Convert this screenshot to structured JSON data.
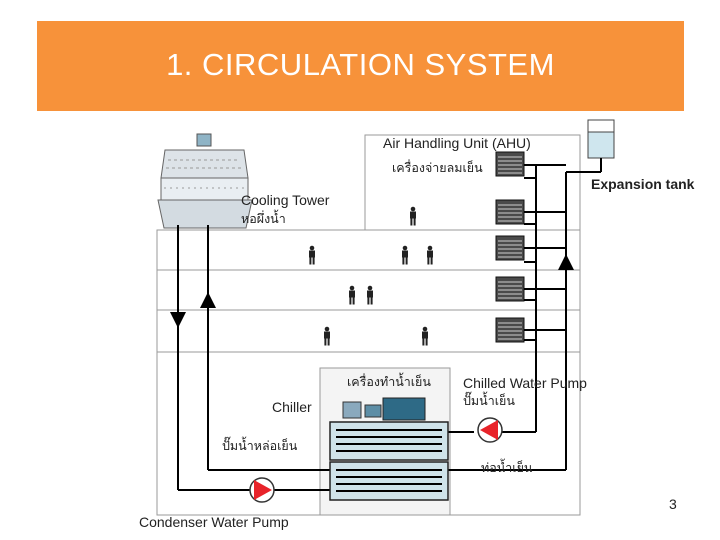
{
  "title": "1. CIRCULATION SYSTEM",
  "labels": {
    "ahu": "Air Handling Unit (AHU)",
    "ahu_thai": "เครื่องจ่ายลมเย็น",
    "expansion_tank": "Expansion tank",
    "cooling_tower": "Cooling Tower",
    "cooling_tower_thai": "หอผึ่งน้ำ",
    "chiller": "Chiller",
    "chiller_thai": "เครื่องทำน้ำเย็น",
    "chilled_water_pump": "Chilled Water Pump",
    "chilled_water_pump_thai": "ปั๊มน้ำเย็น",
    "condenser_water_pump_thai": "ปั๊มน้ำหล่อเย็น",
    "chilled_water_pipe_thai": "ท่อน้ำเย็น",
    "condenser_water_pump": "Condenser Water Pump"
  },
  "page_number": "3",
  "colors": {
    "accent": "#f7923a",
    "pump": "#e8232a",
    "chiller_body": "#cfe3ea",
    "tank": "#cfe6ee"
  }
}
